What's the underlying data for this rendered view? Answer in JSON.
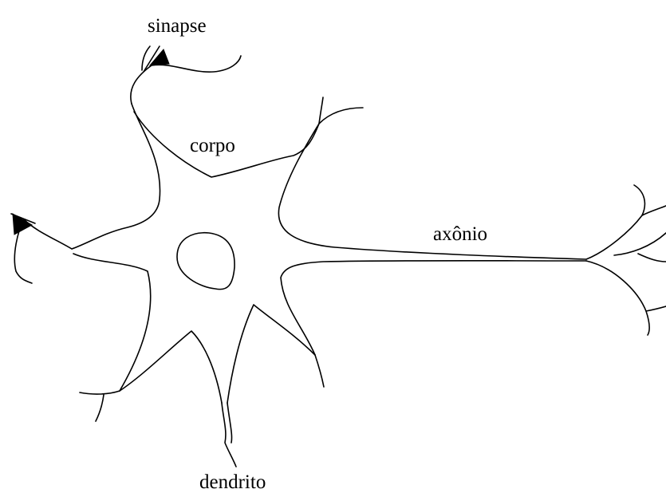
{
  "diagram": {
    "labels": {
      "synapse": "sinapse",
      "body": "corpo",
      "axon": "axônio",
      "dendrite": "dendrito"
    }
  }
}
